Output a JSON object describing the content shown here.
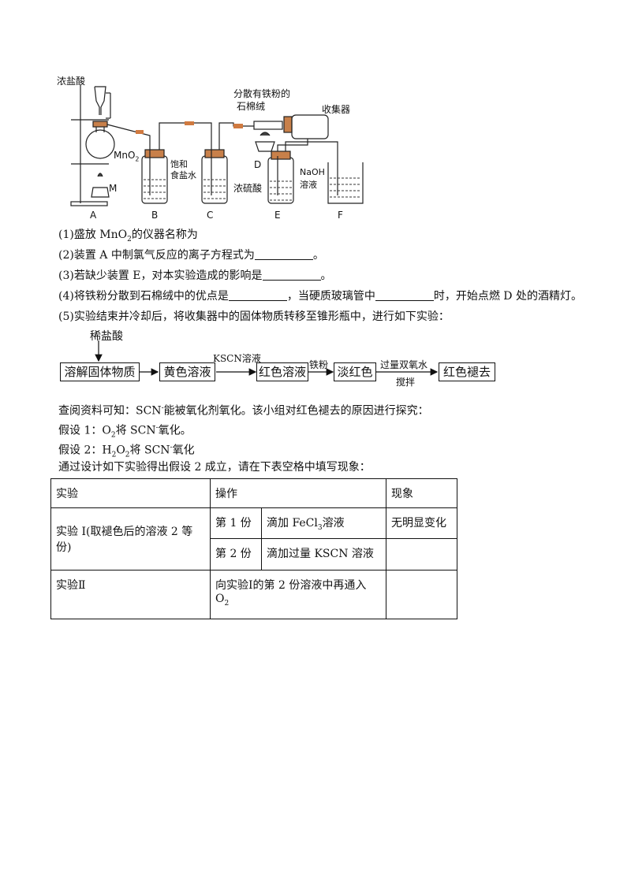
{
  "apparatus": {
    "label_hcl": "浓盐酸",
    "label_mno2": "MnO",
    "label_mno2_sub": "2",
    "label_m": "M",
    "label_fe": "分散有铁粉的",
    "label_fe2": "石棉绒",
    "label_collector": "收集器",
    "label_brine1": "饱和",
    "label_brine2": "食盐水",
    "label_d": "D",
    "label_acid": "浓硫酸",
    "label_naoh1": "NaOH",
    "label_naoh2": "溶液",
    "letters": [
      "A",
      "B",
      "C",
      "E",
      "F"
    ]
  },
  "questions": {
    "q1a": "(1)盛放 MnO",
    "q1sub": "2",
    "q1b": "的仪器名称为",
    "q2": "(2)装置 A 中制氯气反应的离子方程式为",
    "q2end": "。",
    "q3": "(3)若缺少装置 E，对本实验造成的影响是",
    "q3end": "。",
    "q4a": "(4)将铁粉分散到石棉绒中的优点是",
    "q4b": "，当硬质玻璃管中",
    "q4c": "时，开始点燃 D 处的酒精灯。",
    "q5": "(5)实验结束并冷却后，将收集器中的固体物质转移至锥形瓶中，进行如下实验："
  },
  "flow": {
    "top_reagent": "稀盐酸",
    "boxes": [
      "溶解固体物质",
      "黄色溶液",
      "红色溶液",
      "淡红色",
      "红色褪去"
    ],
    "arrow_labels": [
      "",
      "KSCN溶液",
      "铁粉",
      "过量双氧水"
    ],
    "arrow_sublabel": "搅拌"
  },
  "notes": {
    "info_a": "查阅资料可知：SCN",
    "info_sup": "-",
    "info_b": "能被氧化剂氧化。该小组对红色褪去的原因进行探究：",
    "h1a": "假设 1：O",
    "h1sub": "2",
    "h1b": "将 SCN",
    "h1sup": "-",
    "h1c": "氧化。",
    "h2a": "假设 2：H",
    "h2sub1": "2",
    "h2b": "O",
    "h2sub2": "2",
    "h2c": "将 SCN",
    "h2sup": "-",
    "h2d": "氧化",
    "design": "通过设计如下实验得出假设 2 成立，请在下表空格中填写现象："
  },
  "table": {
    "headers": [
      "实验",
      "操作",
      "现象"
    ],
    "exp1": "实验 I(取褪色后的溶液 2 等份)",
    "part1": "第 1 份",
    "op1a": "滴加 FeCl",
    "op1sub": "3",
    "op1b": "溶液",
    "res1": "无明显变化",
    "part2": "第 2 份",
    "op2": "滴加过量 KSCN 溶液",
    "res2": "",
    "exp2": "实验Ⅱ",
    "op3a": "向实验Ⅰ的第 2 份溶液中再通入",
    "op3b": "O",
    "op3sub": "2",
    "res3": ""
  }
}
